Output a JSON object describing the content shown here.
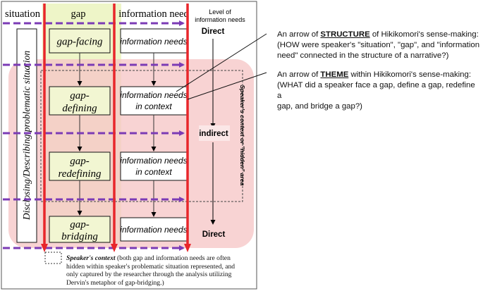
{
  "columns": {
    "situation": "situation",
    "gap": "gap",
    "information_need": "information need",
    "level": [
      "Level of",
      "information needs"
    ]
  },
  "left_label": "Disclosing/Describing problematic situation",
  "gap_boxes": [
    [
      "gap-facing"
    ],
    [
      "gap-",
      "defining"
    ],
    [
      "gap-",
      "redefining"
    ],
    [
      "gap-",
      "bridging"
    ]
  ],
  "info_boxes": [
    [
      "information needs"
    ],
    [
      "information needs",
      "in context"
    ],
    [
      "information needs",
      "in context"
    ],
    [
      "information needs"
    ]
  ],
  "levels": {
    "top": "Direct",
    "middle": "indirect",
    "bottom": "Direct"
  },
  "hidden_area_label": "Speaker's context or \"hidden\" area",
  "annotations": {
    "structure": {
      "prefix": "An arrow of ",
      "keyword": "STRUCTURE",
      "suffix": " of Hikikomori's sense-making:",
      "lines": [
        "(HOW were speaker's \"situation\", \"gap\", and \"information",
        "need\" connected in the structure of a narrative?)"
      ]
    },
    "theme": {
      "prefix": "An arrow of ",
      "keyword": "THEME",
      "suffix": " within Hikikomori's sense-making:",
      "lines": [
        "(WHAT did a speaker face a gap, define a gap, redefine a",
        "gap, and bridge a gap?)"
      ]
    }
  },
  "footnote": {
    "title": "Speaker's context",
    "lines": [
      " (both gap and information needs are often",
      "hidden within speaker's problematic situation represented, and",
      "only captured by the researcher through the analysis utilizing",
      "Dervin's metaphor of gap-bridging.)"
    ]
  },
  "colors": {
    "red_arrow": "#e8262b",
    "purple_arrow": "#7b3bb5",
    "gap_column": "#eef5c8",
    "context_area": "#f6c7c7",
    "gap_box": "#f2f6d2"
  }
}
